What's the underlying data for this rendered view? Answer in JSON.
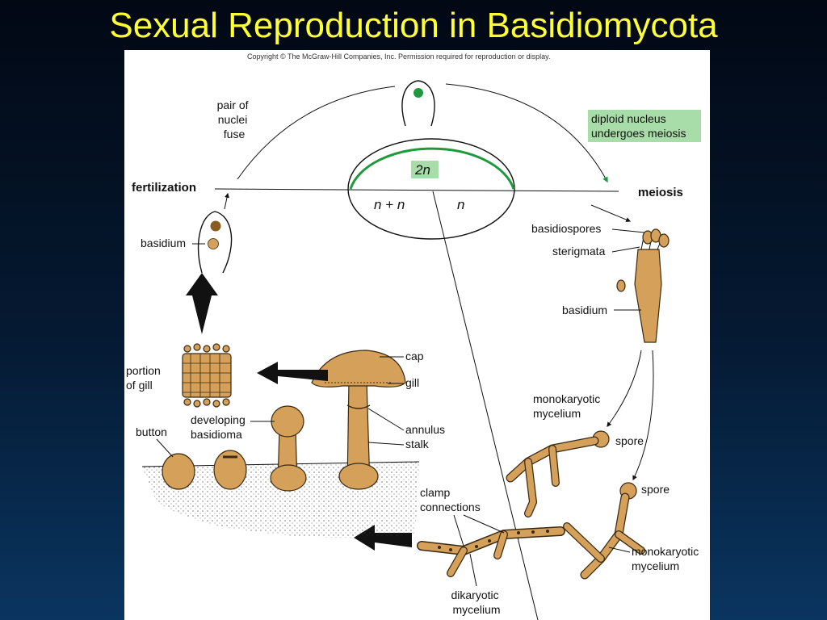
{
  "slide": {
    "title": "Sexual Reproduction in Basidiomycota",
    "copyright": "Copyright © The McGraw-Hill Companies, Inc. Permission required for reproduction or display."
  },
  "diagram": {
    "phase_2n": "2n",
    "phase_nn": "n + n",
    "phase_n": "n",
    "fertilization": "fertilization",
    "meiosis": "meiosis",
    "pair_of_nuclei_fuse": [
      "pair of",
      "nuclei",
      "fuse"
    ],
    "diploid_meiosis": [
      "diploid nucleus",
      "undergoes meiosis"
    ],
    "basidiospores": "basidiospores",
    "sterigmata": "sterigmata",
    "basidium_right": "basidium",
    "basidium_left": "basidium",
    "portion_of_gill": [
      "portion",
      "of gill"
    ],
    "cap": "cap",
    "gill": "gill",
    "annulus": "annulus",
    "stalk": "stalk",
    "button": "button",
    "developing_basidioma": [
      "developing",
      "basidioma"
    ],
    "monokaryotic_mycelium_top": [
      "monokaryotic",
      "mycelium"
    ],
    "spore_1": "spore",
    "spore_2": "spore",
    "clamp_connections": [
      "clamp",
      "connections"
    ],
    "monokaryotic_mycelium_right": [
      "monokaryotic",
      "mycelium"
    ],
    "dikaryotic_mycelium": [
      "dikaryotic",
      "mycelium"
    ]
  },
  "colors": {
    "title": "#ffff33",
    "cycle_arrow": "#1e9a3c",
    "highlight_box": "#a8dca8",
    "fungus": "#d4a05a"
  }
}
